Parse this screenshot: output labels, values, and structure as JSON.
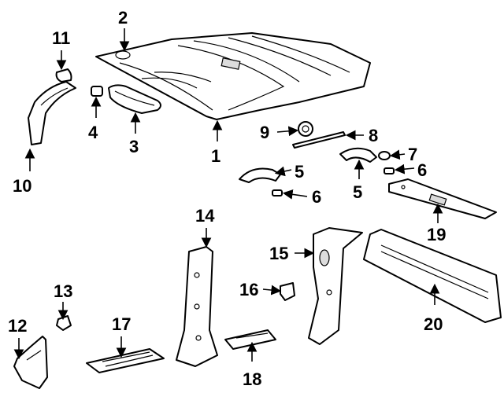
{
  "callouts": [
    {
      "id": "c1",
      "label": "1"
    },
    {
      "id": "c2",
      "label": "2"
    },
    {
      "id": "c3",
      "label": "3"
    },
    {
      "id": "c4",
      "label": "4"
    },
    {
      "id": "c5a",
      "label": "5"
    },
    {
      "id": "c5b",
      "label": "5"
    },
    {
      "id": "c6a",
      "label": "6"
    },
    {
      "id": "c6b",
      "label": "6"
    },
    {
      "id": "c7",
      "label": "7"
    },
    {
      "id": "c8",
      "label": "8"
    },
    {
      "id": "c9",
      "label": "9"
    },
    {
      "id": "c10",
      "label": "10"
    },
    {
      "id": "c11",
      "label": "11"
    },
    {
      "id": "c12",
      "label": "12"
    },
    {
      "id": "c13",
      "label": "13"
    },
    {
      "id": "c14",
      "label": "14"
    },
    {
      "id": "c15",
      "label": "15"
    },
    {
      "id": "c16",
      "label": "16"
    },
    {
      "id": "c17",
      "label": "17"
    },
    {
      "id": "c18",
      "label": "18"
    },
    {
      "id": "c19",
      "label": "19"
    },
    {
      "id": "c20",
      "label": "20"
    }
  ]
}
